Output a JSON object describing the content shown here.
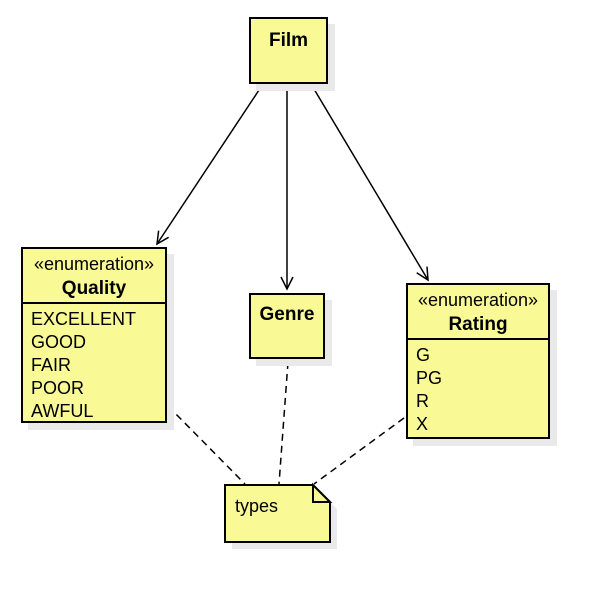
{
  "diagram": {
    "type": "uml-class-diagram",
    "colors": {
      "background": "#ffffff",
      "fill": "#f9f996",
      "border": "#000000",
      "line": "#000000",
      "shadow": "#e9e9e9"
    },
    "nodes": {
      "film": {
        "name": "Film"
      },
      "genre": {
        "name": "Genre"
      },
      "quality": {
        "stereotype": "«enumeration»",
        "name": "Quality",
        "values": [
          "EXCELLENT",
          "GOOD",
          "FAIR",
          "POOR",
          "AWFUL"
        ]
      },
      "rating": {
        "stereotype": "«enumeration»",
        "name": "Rating",
        "values": [
          "G",
          "PG",
          "R",
          "X"
        ]
      },
      "note": {
        "text": "types"
      }
    },
    "edges": [
      {
        "from": "Film",
        "to": "Quality",
        "style": "solid-arrow"
      },
      {
        "from": "Film",
        "to": "Genre",
        "style": "solid-arrow"
      },
      {
        "from": "Film",
        "to": "Rating",
        "style": "solid-arrow"
      },
      {
        "from": "note",
        "to": "Quality",
        "style": "dashed"
      },
      {
        "from": "note",
        "to": "Genre",
        "style": "dashed"
      },
      {
        "from": "note",
        "to": "Rating",
        "style": "dashed"
      }
    ]
  }
}
